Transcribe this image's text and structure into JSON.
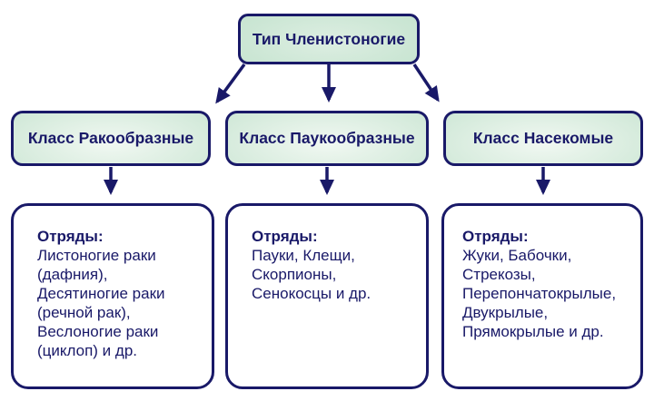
{
  "diagram": {
    "root": {
      "label": "Тип Членистоногие"
    },
    "columns": [
      {
        "class_label": "Класс Ракообразные",
        "orders_label": "Отряды:",
        "orders_text": "Листоногие раки\n(дафния),\nДесятиногие раки\n(речной рак),\nВеслоногие раки\n(циклоп) и др."
      },
      {
        "class_label": "Класс Паукообразные",
        "orders_label": "Отряды:",
        "orders_text": "Пауки, Клещи,\nСкорпионы,\nСенокосцы и др."
      },
      {
        "class_label": "Класс Насекомые",
        "orders_label": "Отряды:",
        "orders_text": "Жуки, Бабочки,\nСтрекозы,\nПерепончатокрылые,\nДвукрылые,\nПрямокрылые и др."
      }
    ],
    "colors": {
      "line": "#191968",
      "text": "#191968",
      "box_green": "#bfe0ca",
      "box_green_light": "#f1f8f2",
      "background": "#ffffff"
    }
  }
}
